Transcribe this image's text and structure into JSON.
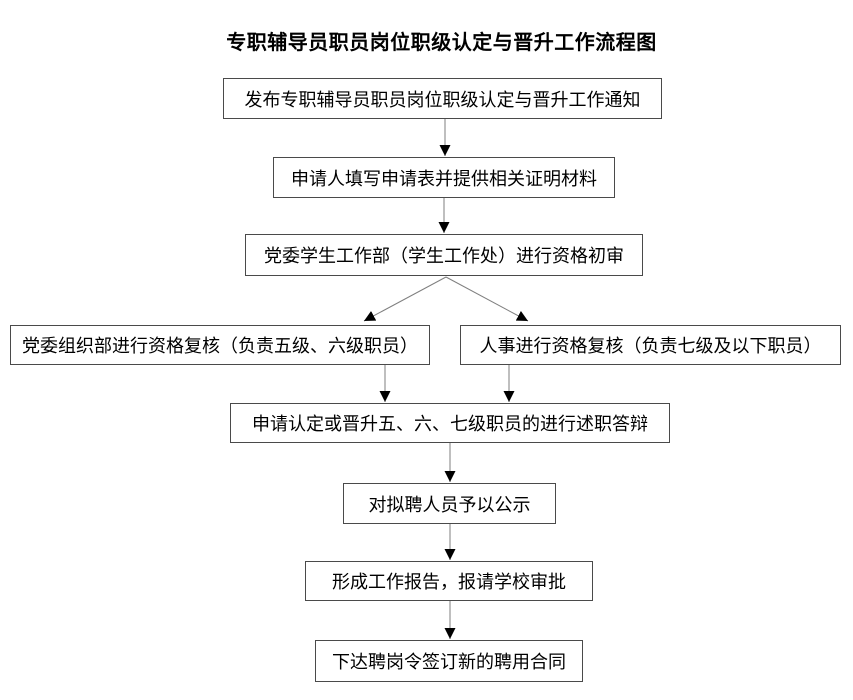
{
  "diagram": {
    "title": "专职辅导员职员岗位职级认定与晋升工作流程图"
  },
  "nodes": [
    {
      "id": "publish-notice",
      "label": "发布专职辅导员职员岗位职级认定与晋升工作通知"
    },
    {
      "id": "fill-application",
      "label": "申请人填写申请表并提供相关证明材料"
    },
    {
      "id": "initial-review",
      "label": "党委学生工作部（学生工作处）进行资格初审"
    },
    {
      "id": "org-dept-recheck",
      "label": "党委组织部进行资格复核（负责五级、六级职员）"
    },
    {
      "id": "hr-recheck",
      "label": "人事进行资格复核（负责七级及以下职员）"
    },
    {
      "id": "defense",
      "label": "申请认定或晋升五、六、七级职员的进行述职答辩"
    },
    {
      "id": "public-notice",
      "label": "对拟聘人员予以公示"
    },
    {
      "id": "report-approval",
      "label": "形成工作报告，报请学校审批"
    },
    {
      "id": "sign-contract",
      "label": "下达聘岗令签订新的聘用合同"
    }
  ],
  "connections": [
    {
      "from": "publish-notice",
      "to": "fill-application"
    },
    {
      "from": "fill-application",
      "to": "initial-review"
    },
    {
      "from": "initial-review",
      "to": "org-dept-recheck"
    },
    {
      "from": "initial-review",
      "to": "hr-recheck"
    },
    {
      "from": "org-dept-recheck",
      "to": "defense"
    },
    {
      "from": "hr-recheck",
      "to": "defense"
    },
    {
      "from": "defense",
      "to": "public-notice"
    },
    {
      "from": "public-notice",
      "to": "report-approval"
    },
    {
      "from": "report-approval",
      "to": "sign-contract"
    }
  ],
  "colors": {
    "box_border": "#4a4a4a",
    "box_background": "#ffffff",
    "arrow_line": "#7f7f7f",
    "arrowhead": "#000000",
    "text": "#000000",
    "page_background": "#ffffff"
  }
}
